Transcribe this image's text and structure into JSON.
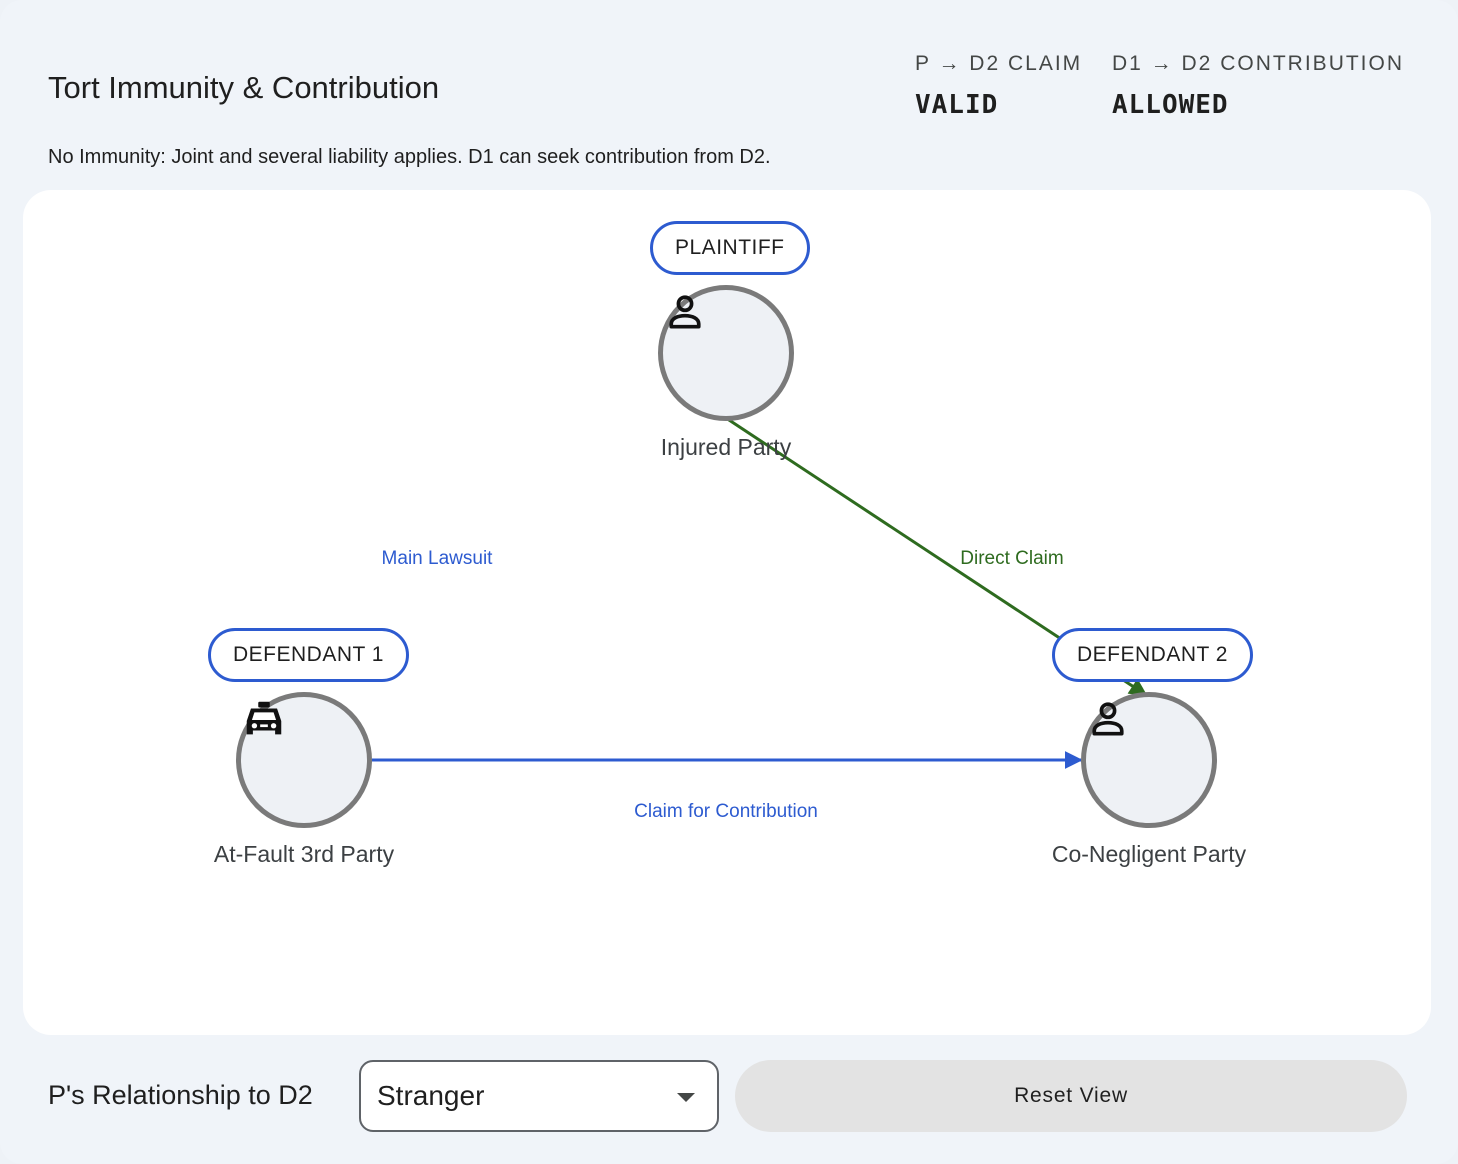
{
  "header": {
    "title": "Tort Immunity & Contribution",
    "message": "No Immunity: Joint and several liability applies. D1 can seek contribution from D2."
  },
  "status": {
    "claim_label": "P → D2 CLAIM",
    "claim_value": "VALID",
    "contribution_label": "D1 → D2 CONTRIBUTION",
    "contribution_value": "ALLOWED"
  },
  "diagram": {
    "nodes": {
      "plaintiff": {
        "badge": "PLAINTIFF",
        "caption": "Injured Party",
        "icon": "person-icon"
      },
      "defendant1": {
        "badge": "DEFENDANT 1",
        "caption": "At-Fault 3rd Party",
        "icon": "taxi-icon"
      },
      "defendant2": {
        "badge": "DEFENDANT 2",
        "caption": "Co-Negligent Party",
        "icon": "person-icon"
      }
    },
    "edges": {
      "main_lawsuit": {
        "label": "Main Lawsuit",
        "color": "#2d5bd0"
      },
      "direct_claim": {
        "label": "Direct Claim",
        "color": "#2e6b1f"
      },
      "contribution": {
        "label": "Claim for Contribution",
        "color": "#2d5bd0"
      }
    }
  },
  "controls": {
    "relationship_label": "P's Relationship to D2",
    "relationship_value": "Stranger",
    "reset_label": "Reset View"
  }
}
